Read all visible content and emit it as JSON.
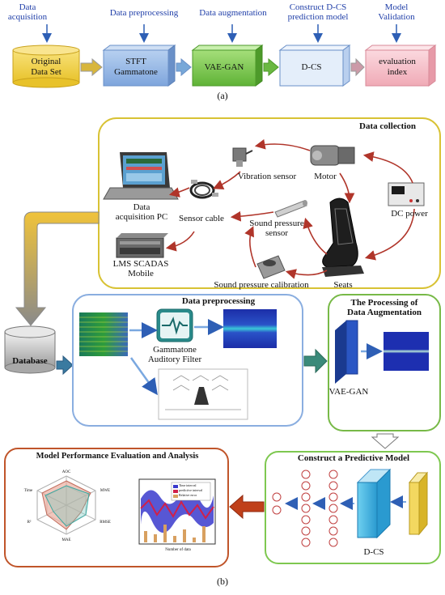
{
  "part_a": {
    "stage_labels": [
      "Data\nacquisition",
      "Data preprocessing",
      "Data augmentation",
      "Construct D-CS\nprediction model",
      "Model\nValidation"
    ],
    "boxes": [
      "Original\nData Set",
      "STFT\nGammatone",
      "VAE-GAN",
      "D-CS",
      "evaluation\nindex"
    ],
    "caption": "(a)"
  },
  "part_b": {
    "data_collection": {
      "title": "Data collection",
      "items": {
        "vibration_sensor": "Vibration sensor",
        "motor": "Motor",
        "dc_power": "DC power",
        "data_acquisition_pc": "Data\nacquisition PC",
        "sensor_cable": "Sensor cable",
        "sound_pressure_sensor": "Sound pressure\nsensor",
        "lms": "LMS SCADAS\nMobile",
        "seats": "Seats",
        "calibration": "Sound pressure calibration"
      }
    },
    "database": "Database",
    "preprocessing": {
      "title": "Data preprocessing",
      "filter": "Gammatone\nAuditory Filter"
    },
    "augmentation": {
      "title": "The Processing of\nData Augmentation",
      "model": "VAE-GAN"
    },
    "predictive": {
      "title": "Construct a Predictive Model",
      "model": "D-CS"
    },
    "evaluation": {
      "title": "Model Performance Evaluation and Analysis",
      "radar_axes": [
        "AOC",
        "MWE",
        "RMSE",
        "MAE",
        "R²",
        "Time"
      ],
      "legend": [
        "Time interval",
        "predictive interval",
        "Relative error"
      ],
      "xlabel": "Number of data"
    },
    "caption": "(b)"
  },
  "colors": {
    "arrow_blue": "#2e5fb5",
    "box_yellow": "#f2d13d",
    "box_blue": "#8fb4e3",
    "box_green": "#7ec850",
    "box_lightblue": "#dde9f8",
    "box_pink": "#f7c7cf",
    "collection_border": "#d8c234",
    "preprocessing_border": "#8aaee0",
    "augment_border": "#77b947",
    "eval_border": "#c0552a"
  }
}
